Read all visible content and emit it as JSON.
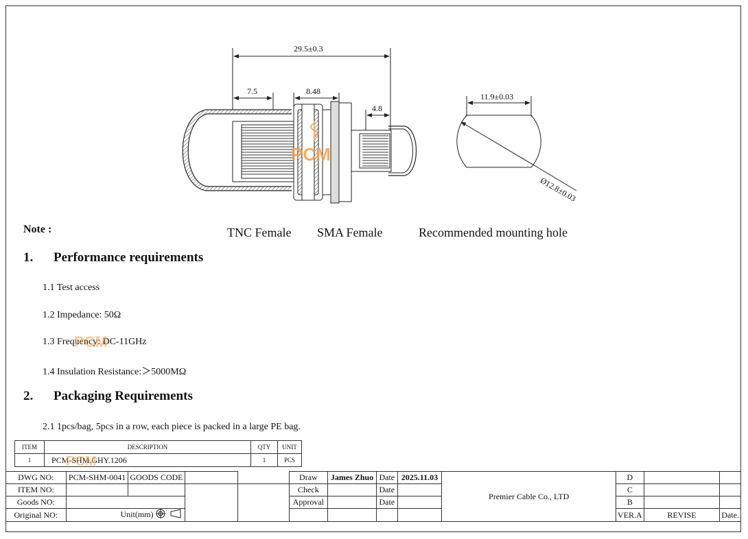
{
  "dimensions": {
    "overall": "29.5±0.3",
    "tnc_length": "7.5",
    "nut_width": "8.48",
    "sma_length": "4.8",
    "hole_flat": "11.9±0.03",
    "hole_dia": "Ø12.8±0.03"
  },
  "labels": {
    "tnc": "TNC Female",
    "sma": "SMA Female",
    "hole": "Recommended mounting hole",
    "watermark": "PCM"
  },
  "note": "Note :",
  "sections": [
    {
      "number": "1.",
      "title": "Performance requirements",
      "items": [
        "1.1 Test access",
        "1.2 Impedance: 50Ω",
        "1.3 Frequency: DC-11GHz",
        "1.4 Insulation Resistance:＞5000MΩ"
      ]
    },
    {
      "number": "2.",
      "title": "Packaging Requirements",
      "items": [
        "2.1 1pcs/bag, 5pcs in a row, each piece is packed in a large PE bag."
      ]
    }
  ],
  "bom": {
    "headers": {
      "item": "ITEM",
      "description": "DESCRIPTION",
      "qty": "QTY",
      "unit": "UNIT"
    },
    "rows": [
      {
        "item": "1",
        "description": "PCM-SHM.GHY.1206",
        "qty": "1",
        "unit": "PCS"
      }
    ]
  },
  "title_block": {
    "dwg_no_label": "DWG NO:",
    "dwg_no": "PCM-SHM-0041",
    "goods_code_label": "GOODS CODE",
    "item_no_label": "ITEM NO:",
    "goods_no_label": "Goods NO:",
    "original_no_label": "Original NO:",
    "unit_label": "Unit(mm)",
    "draw_label": "Draw",
    "drawer": "James Zhuo",
    "date_label": "Date",
    "draw_date": "2025.11.03",
    "check_label": "Check",
    "approval_label": "Approval",
    "company": "Premier Cable Co., LTD",
    "revisions": [
      "D",
      "C",
      "B"
    ],
    "ver_label": "VER.A",
    "revise_label": "REVISE",
    "rev_date_label": "Date."
  }
}
